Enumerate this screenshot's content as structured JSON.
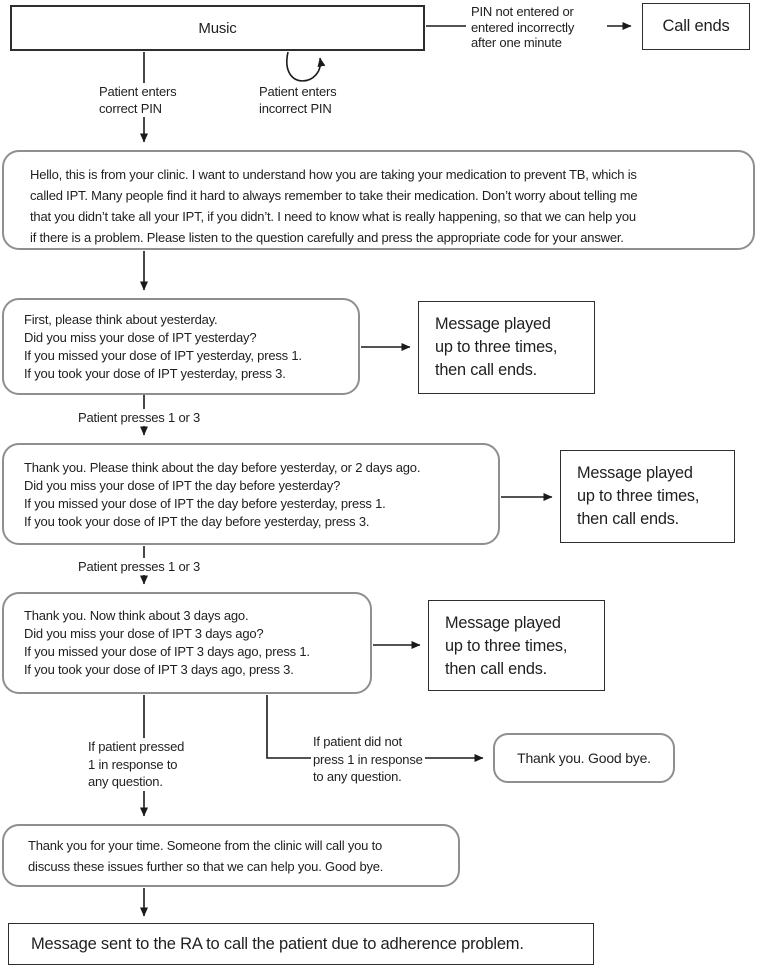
{
  "colors": {
    "background": "#ffffff",
    "rounded_border": "#8f8f8f",
    "rect_border": "#2e2e2e",
    "text": "#1f1f1f",
    "arrow": "#1a1a1a"
  },
  "flow": {
    "music_label": "Music",
    "pin_timeout_label": "PIN not entered or\nentered incorrectly\nafter one minute",
    "call_ends_label": "Call ends",
    "correct_pin_label": "Patient enters\ncorrect PIN",
    "incorrect_pin_label": "Patient enters\nincorrect PIN",
    "greeting": "Hello, this is from your clinic. I want to understand how you are taking your medication to prevent TB, which is\ncalled IPT. Many people find it hard to always remember to take their medication. Don’t worry about telling me\nthat you didn’t take all your IPT, if you didn’t. I need to know what is really happening, so that we can help you\nif there is a problem. Please listen to the question carefully and press the appropriate code for your answer.",
    "q_yesterday": "First, please think about yesterday.\nDid you miss your dose of IPT yesterday?\nIf you missed your dose of IPT yesterday, press 1.\nIf you took your dose of IPT yesterday, press 3.",
    "message_played": "Message played\nup to three times,\nthen call ends.",
    "presses_label": "Patient presses 1 or 3",
    "q_day_before": "Thank you. Please think about the day before yesterday, or 2 days ago.\nDid you miss your dose of IPT the day before yesterday?\nIf you missed your dose of IPT the day before yesterday, press 1.\nIf you took your dose of IPT the day before yesterday, press 3.",
    "q_three_days": "Thank you. Now think about 3 days ago.\nDid you miss your dose of IPT 3 days ago?\nIf you missed your dose of IPT 3 days ago, press 1.\nIf you took your dose of IPT 3 days ago, press 3.",
    "branch_pressed_1": "If patient pressed\n1 in response to\nany question.",
    "branch_not_pressed_1": "If patient did not\npress 1 in response\nto any question.",
    "thank_you_goodbye": "Thank you. Good bye.",
    "closing_message": "Thank you for your time. Someone from the clinic will call you to\ndiscuss these issues further so that we can help you. Good bye.",
    "ra_message": "Message sent to the RA to call the patient due to adherence problem."
  }
}
